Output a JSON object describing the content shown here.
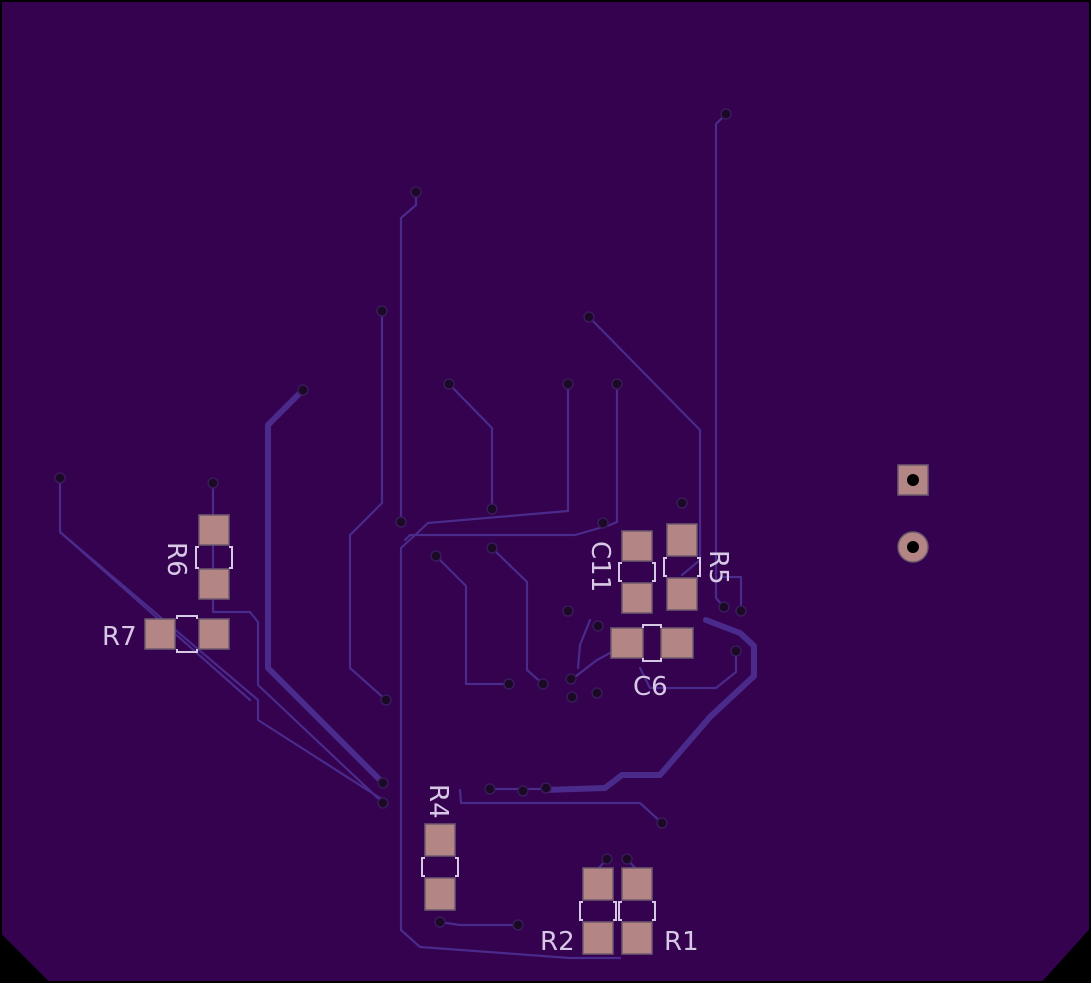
{
  "board": {
    "background_color": "#34024F",
    "outline_color": "#000000",
    "silkscreen_color": "#D7C8E6",
    "pad_color": "#B48585",
    "trace_color": "#4A2A8A"
  },
  "components": [
    {
      "ref": "R6",
      "label": "R6",
      "orientation": "vertical"
    },
    {
      "ref": "R7",
      "label": "R7",
      "orientation": "horizontal"
    },
    {
      "ref": "C11",
      "label": "C11",
      "orientation": "vertical"
    },
    {
      "ref": "R5",
      "label": "R5",
      "orientation": "vertical"
    },
    {
      "ref": "C6",
      "label": "C6",
      "orientation": "horizontal"
    },
    {
      "ref": "R4",
      "label": "R4",
      "orientation": "vertical"
    },
    {
      "ref": "R2",
      "label": "R2",
      "orientation": "vertical"
    },
    {
      "ref": "R1",
      "label": "R1",
      "orientation": "vertical"
    }
  ],
  "connector": {
    "pins": 2,
    "pin1_shape": "square",
    "pin2_shape": "round"
  }
}
